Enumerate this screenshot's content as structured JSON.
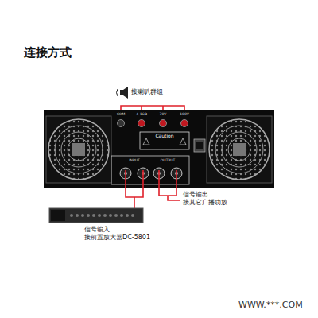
{
  "diagram": {
    "title": "连接方式",
    "labels": [
      "接喇叭群组",
      "COM",
      "4-16Ω",
      "70V",
      "100V",
      "Caution",
      "INPUT",
      "OUTPUT",
      "信号输出",
      "接其它广播功放",
      "信号输入",
      "接前置放大器DC-5801",
      "WWW.***.COM"
    ]
  }
}
